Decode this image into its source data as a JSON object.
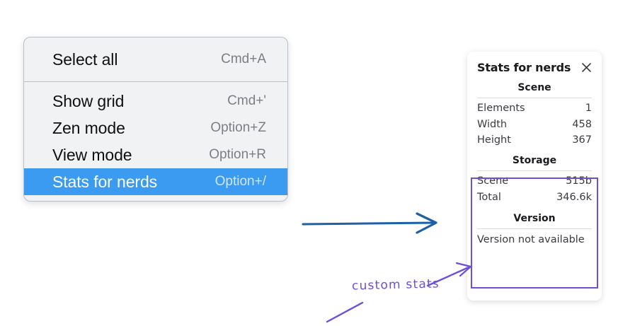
{
  "menu": {
    "groups": [
      {
        "items": [
          {
            "label": "Select all",
            "shortcut": "Cmd+A",
            "selected": false
          }
        ]
      },
      {
        "items": [
          {
            "label": "Show grid",
            "shortcut": "Cmd+'",
            "selected": false
          },
          {
            "label": "Zen mode",
            "shortcut": "Option+Z",
            "selected": false
          },
          {
            "label": "View mode",
            "shortcut": "Option+R",
            "selected": false
          },
          {
            "label": "Stats for nerds",
            "shortcut": "Option+/",
            "selected": true
          }
        ]
      }
    ],
    "items": [
      {
        "label": "Select all",
        "shortcut": "Cmd+A"
      },
      {
        "label": "Show grid",
        "shortcut": "Cmd+'"
      },
      {
        "label": "Zen mode",
        "shortcut": "Option+Z"
      },
      {
        "label": "View mode",
        "shortcut": "Option+R"
      },
      {
        "label": "Stats for nerds",
        "shortcut": "Option+/"
      }
    ]
  },
  "stats_panel": {
    "title": "Stats for nerds",
    "close_icon": "close-icon",
    "scene": {
      "heading": "Scene",
      "rows": [
        {
          "key": "Elements",
          "value": "1"
        },
        {
          "key": "Width",
          "value": "458"
        },
        {
          "key": "Height",
          "value": "367"
        }
      ]
    },
    "storage": {
      "heading": "Storage",
      "rows": [
        {
          "key": "Scene",
          "value": "515b"
        },
        {
          "key": "Total",
          "value": "346.6k"
        }
      ]
    },
    "version": {
      "heading": "Version",
      "text": "Version not available"
    }
  },
  "annotations": {
    "custom_stats_label": "custom stats",
    "arrow_blue_color": "#1f5fa8",
    "arrow_purple_color": "#6f4ed8"
  },
  "colors": {
    "menu_background": "#f1f2f4",
    "menu_border": "#b9c0c9",
    "menu_selected": "#3b9bf0",
    "menu_label": "#101010",
    "menu_shortcut": "#7b7f85",
    "panel_background": "#ffffff",
    "panel_text": "#3a3a40",
    "highlight_purple": "#6f4ed8",
    "arrow_blue": "#1f5fa8"
  }
}
